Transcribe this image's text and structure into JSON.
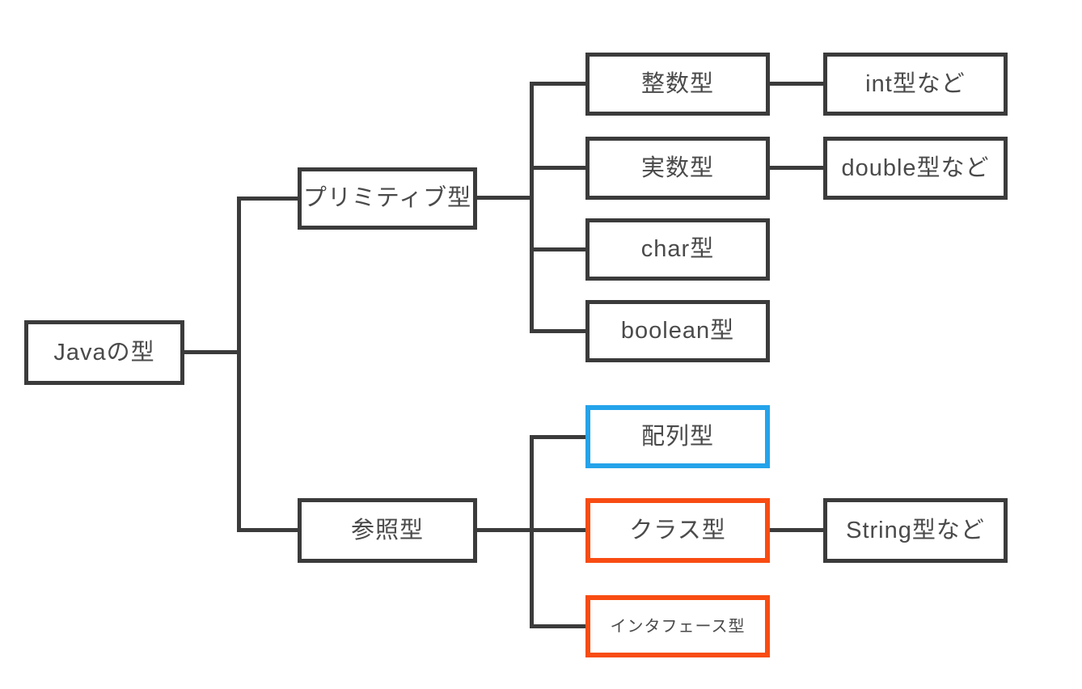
{
  "diagram": {
    "nodes": {
      "root": {
        "label": "Javaの型"
      },
      "primitive": {
        "label": "プリミティブ型"
      },
      "reference": {
        "label": "参照型"
      },
      "integer": {
        "label": "整数型"
      },
      "real": {
        "label": "実数型"
      },
      "char_type": {
        "label": "char型"
      },
      "boolean_type": {
        "label": "boolean型"
      },
      "array": {
        "label": "配列型",
        "accent": "blue"
      },
      "class_type": {
        "label": "クラス型",
        "accent": "orange"
      },
      "interface": {
        "label": "インタフェース型",
        "accent": "orange"
      },
      "int_example": {
        "label": "int型など"
      },
      "double_example": {
        "label": "double型など"
      },
      "string_example": {
        "label": "String型など"
      }
    },
    "colors": {
      "box_border": "#3b3b3b",
      "connector": "#3b3b3b",
      "text": "#4a4a4a",
      "accent_blue": "#24a3ea",
      "accent_orange": "#f84c12",
      "background": "#ffffff"
    }
  }
}
